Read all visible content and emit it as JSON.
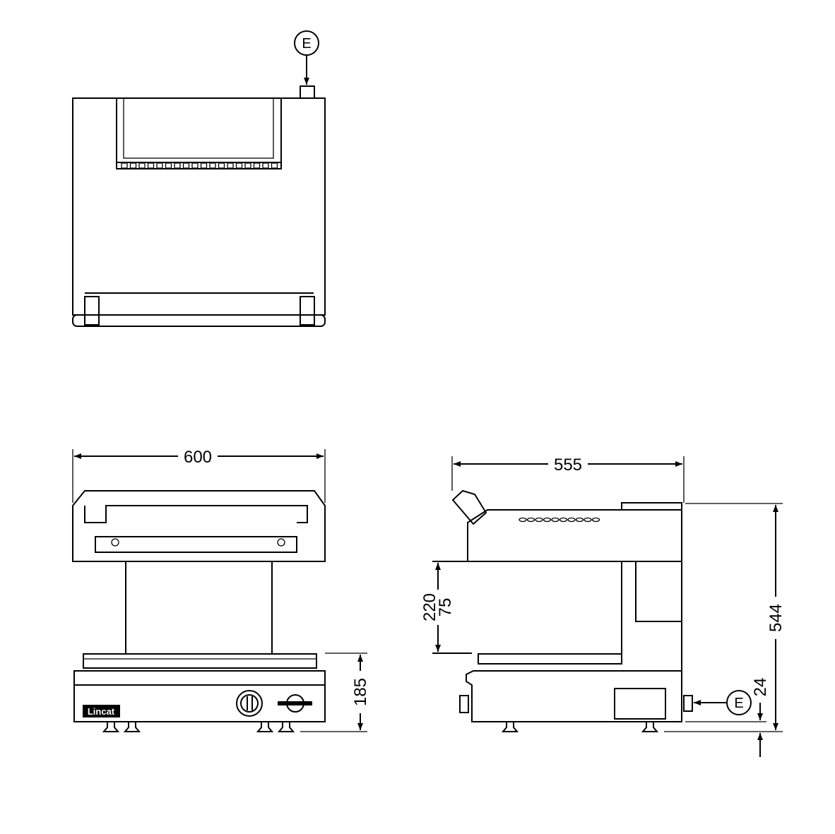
{
  "drawing": {
    "logo_text": "Lincat",
    "connection_label_top": "E",
    "connection_label_side": "E",
    "dimensions": {
      "front_width": "600",
      "side_depth": "555",
      "gap_max": "220",
      "gap_min": "75",
      "base_height": "185",
      "total_height": "544",
      "feet_height": "24"
    }
  }
}
